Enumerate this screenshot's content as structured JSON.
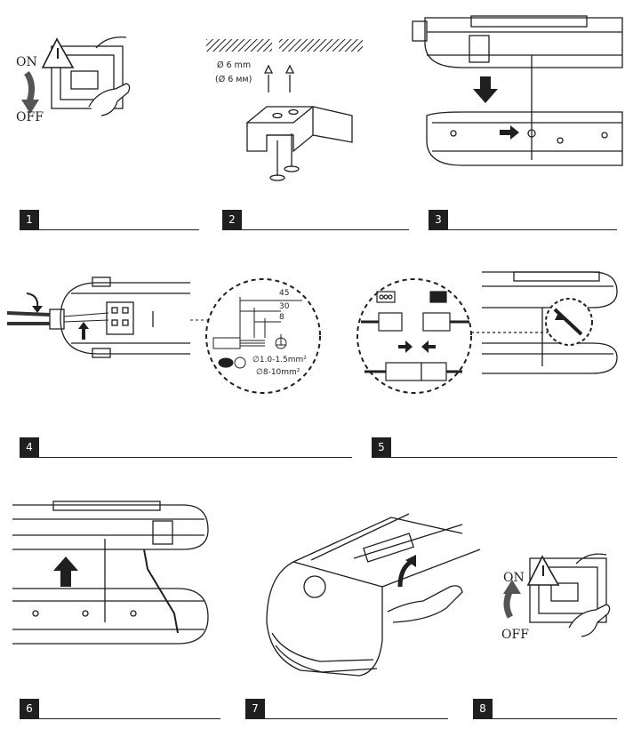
{
  "steps": [
    {
      "number": "1",
      "switch_on_label": "ON",
      "switch_off_label": "OFF"
    },
    {
      "number": "2",
      "hole_diameter": "Ø 6 mm",
      "hole_diameter_alt": "(Ø 6 мм)"
    },
    {
      "number": "3"
    },
    {
      "number": "4",
      "strip_45": "45",
      "strip_30": "30",
      "strip_8": "8",
      "cross_section": "∅1.0-1.5mm²",
      "cable_diameter": "∅8-10mm²"
    },
    {
      "number": "5"
    },
    {
      "number": "6"
    },
    {
      "number": "7"
    },
    {
      "number": "8",
      "switch_on_label": "ON",
      "switch_off_label": "OFF"
    }
  ],
  "icons": [
    "warning-triangle-icon",
    "down-arrow-icon",
    "up-arrow-icon",
    "earth-ground-icon",
    "curved-arrow-icon"
  ],
  "colors": {
    "ink": "#1f1f1f",
    "paper": "#ffffff",
    "shade": "#9a9a9a"
  }
}
